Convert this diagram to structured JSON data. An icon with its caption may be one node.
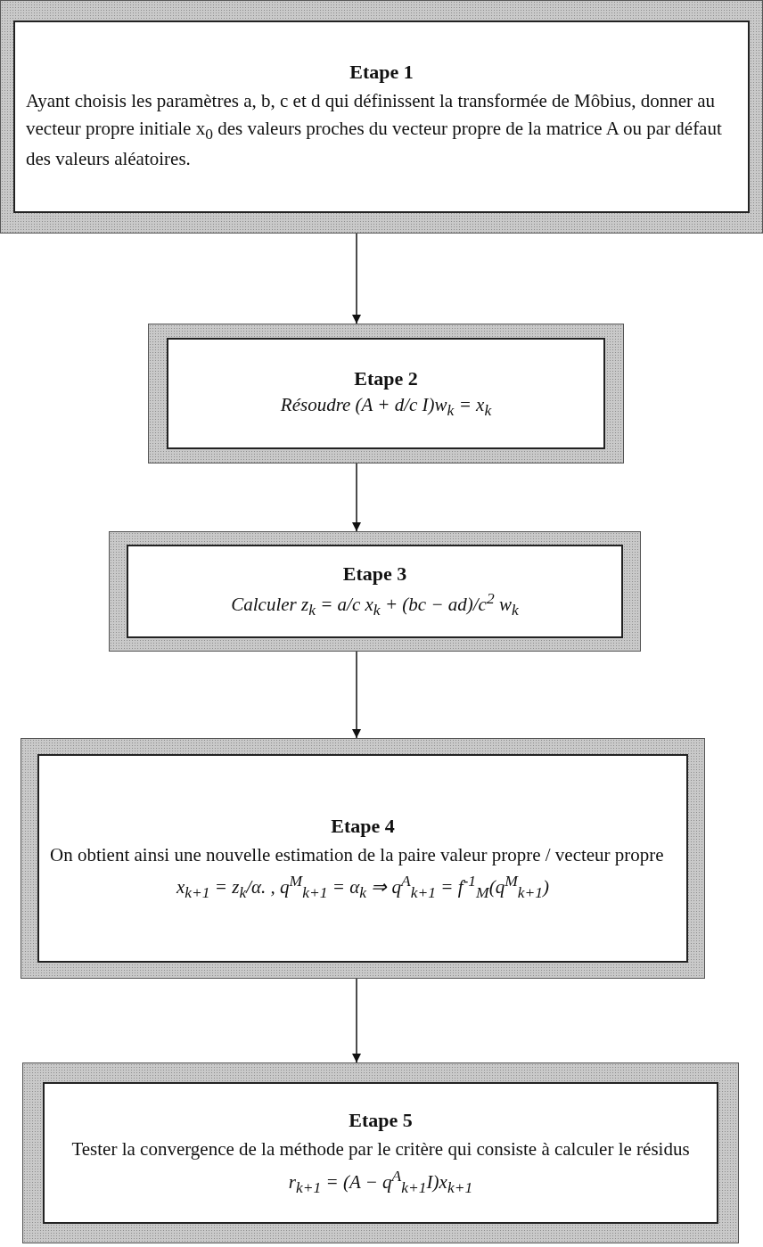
{
  "diagram": {
    "nodes": [
      {
        "text": [
          "Etape 1",
          "Ayant choisis les paramètres a, b, c et d qui définissent la transformée de Môbius, donner au vecteur propre initiale x$_{0}$ des valeurs proches du vecteur propre de la matrice A ou par défaut des valeurs aléatoires."
        ]
      },
      {
        "text": [
          "Etape 2",
          "Résoudre (A + d/c I)w$_{k}$ = x$_{k}$"
        ]
      },
      {
        "text": [
          "Etape 3",
          "Calculer z$_{k}$ = a/c x$_{k}$ + (bc − ad)/c$^{2}$ w$_{k}$"
        ]
      },
      {
        "text": [
          "Etape 4",
          "On obtient ainsi une nouvelle estimation de la paire valeur propre / vecteur propre",
          "x$_{k+1}$ = z$_{k}$/α.   ,   q$^{M}$$_{k+1}$ = α$_{k}$ ⇒ q$^{A}$$_{k+1}$ = f$^{-1}$$_{M}$(q$^{M}$$_{k+1}$)"
        ]
      },
      {
        "text": [
          "Etape 5",
          "Tester la convergence de la méthode par le critère qui consiste à calculer le résidus",
          "r$_{k+1}$ = (A − q$^{A}$$_{k+1}$I)x$_{k+1}$"
        ]
      }
    ],
    "edges": [
      {
        "from": 0,
        "to": 1,
        "arrow": "to"
      },
      {
        "from": 1,
        "to": 2,
        "arrow": "to"
      },
      {
        "from": 2,
        "to": 3,
        "arrow": "to"
      },
      {
        "from": 3,
        "to": 4,
        "arrow": "to"
      }
    ]
  }
}
